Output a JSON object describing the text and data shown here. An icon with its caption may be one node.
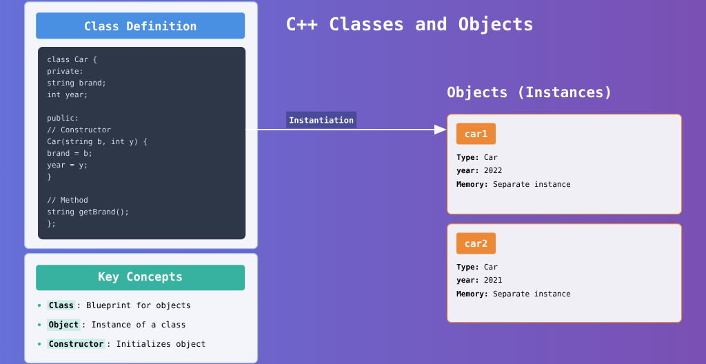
{
  "diagram": {
    "title": "C++ Classes and Objects",
    "nodes": [
      {
        "text": [
          "Class Definition"
        ]
      },
      {
        "in": 0,
        "text": [
          "class Car {",
          "private:",
          "string brand;",
          "int year;",
          "public:",
          "// Constructor",
          "Car(string b, int y) {",
          "brand = b;",
          "year = y;",
          "}",
          "// Method",
          "string getBrand();",
          "};"
        ]
      },
      {
        "text": [
          "Key Concepts",
          "Class",
          ": Blueprint for objects",
          "Object",
          ": Instance of a class",
          "Constructor",
          ": Initializes object"
        ]
      },
      {
        "text": [
          "car1",
          "**Type:** Car",
          "**year:** 2022",
          "**Memory:** Separate instance"
        ]
      },
      {
        "text": [
          "car2",
          "**Type:** Car",
          "**year:** 2021",
          "**Memory:** Separate instance"
        ]
      }
    ],
    "edges": [
      {
        "from": 1,
        "to": 3,
        "arrow": "to",
        "label": "Instantiation"
      }
    ],
    "labels": [
      "Objects (Instances)"
    ]
  }
}
